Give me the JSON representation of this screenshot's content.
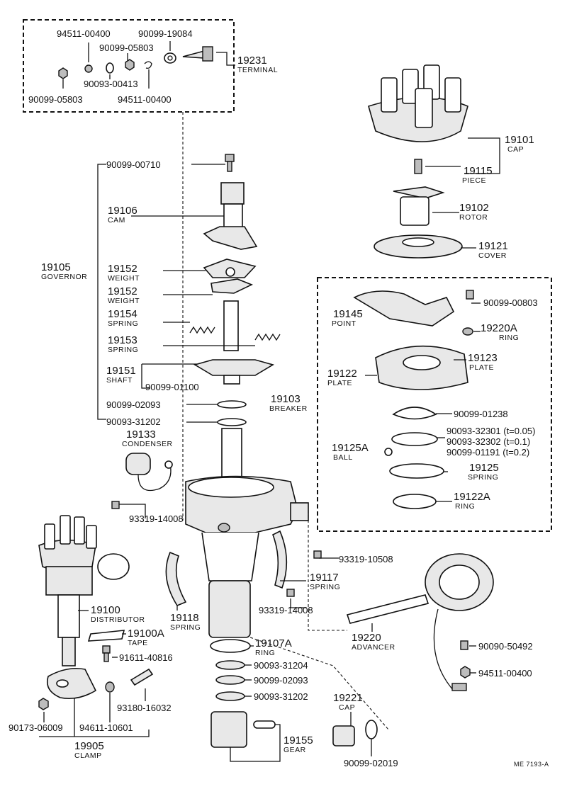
{
  "terminal_group": {
    "p1": "94511-00400",
    "p2": "90099-19084",
    "p3": "90099-05803",
    "p4": "90099-05803",
    "p5": "90093-00413",
    "p6": "94511-00400",
    "num": "19231",
    "name": "TERMINAL"
  },
  "governor_group": {
    "screw": "90099-00710",
    "cam_num": "19106",
    "cam_name": "CAM",
    "gov_num": "19105",
    "gov_name": "GOVERNOR",
    "weight1_num": "19152",
    "weight1_name": "WEIGHT",
    "weight2_num": "19152",
    "weight2_name": "WEIGHT",
    "spring1_num": "19154",
    "spring1_name": "SPRING",
    "spring2_num": "19153",
    "spring2_name": "SPRING",
    "shaft_num": "19151",
    "shaft_name": "SHAFT",
    "shaft_part": "90099-01100",
    "washer1": "90099-02093",
    "washer2": "90093-31202"
  },
  "cap_group": {
    "cap_num": "19101",
    "cap_name": "CAP",
    "piece_num": "19115",
    "piece_name": "PIECE",
    "rotor_num": "19102",
    "rotor_name": "ROTOR",
    "cover_num": "19121",
    "cover_name": "COVER"
  },
  "breaker_group": {
    "point_num": "19145",
    "point_name": "POINT",
    "screw": "90099-00803",
    "ring_num": "19220A",
    "ring_name": "RING",
    "plate1_num": "19123",
    "plate1_name": "PLATE",
    "plate2_num": "19122",
    "plate2_name": "PLATE",
    "breaker_num": "19103",
    "breaker_name": "BREAKER",
    "seal": "90099-01238",
    "washer_a": "90093-32301 (t=0.05)",
    "washer_b": "90093-32302 (t=0.1)",
    "washer_c": "90099-01191 (t=0.2)",
    "ball_num": "19125A",
    "ball_name": "BALL",
    "spring_num": "19125",
    "spring_name": "SPRING",
    "ring2_num": "19122A",
    "ring2_name": "RING"
  },
  "condenser_group": {
    "num": "19133",
    "name": "CONDENSER",
    "screw": "93319-14008"
  },
  "housing_group": {
    "screw1": "93319-10508",
    "spring_num": "19117",
    "spring_name": "SPRING",
    "screw2": "93319-14008",
    "spring2_num": "19118",
    "spring2_name": "SPRING"
  },
  "distributor_group": {
    "num": "19100",
    "name": "DISTRIBUTOR",
    "tape_num": "19100A",
    "tape_name": "TAPE",
    "bolt": "91611-40816",
    "bolt2": "93180-16032",
    "nut": "90173-06009",
    "washer": "94611-10601",
    "clamp_num": "19905",
    "clamp_name": "CLAMP"
  },
  "lower_group": {
    "ring_num": "19107A",
    "ring_name": "RING",
    "w1": "90093-31204",
    "w2": "90099-02093",
    "w3": "90093-31202",
    "gear_num": "19155",
    "gear_name": "GEAR",
    "cap_num": "19221",
    "cap_name": "CAP",
    "cap_part": "90099-02019"
  },
  "advancer_group": {
    "num": "19220",
    "name": "ADVANCER",
    "screw": "90090-50492",
    "nut": "94511-00400"
  },
  "footer": {
    "ref": "ME 7193-A"
  }
}
